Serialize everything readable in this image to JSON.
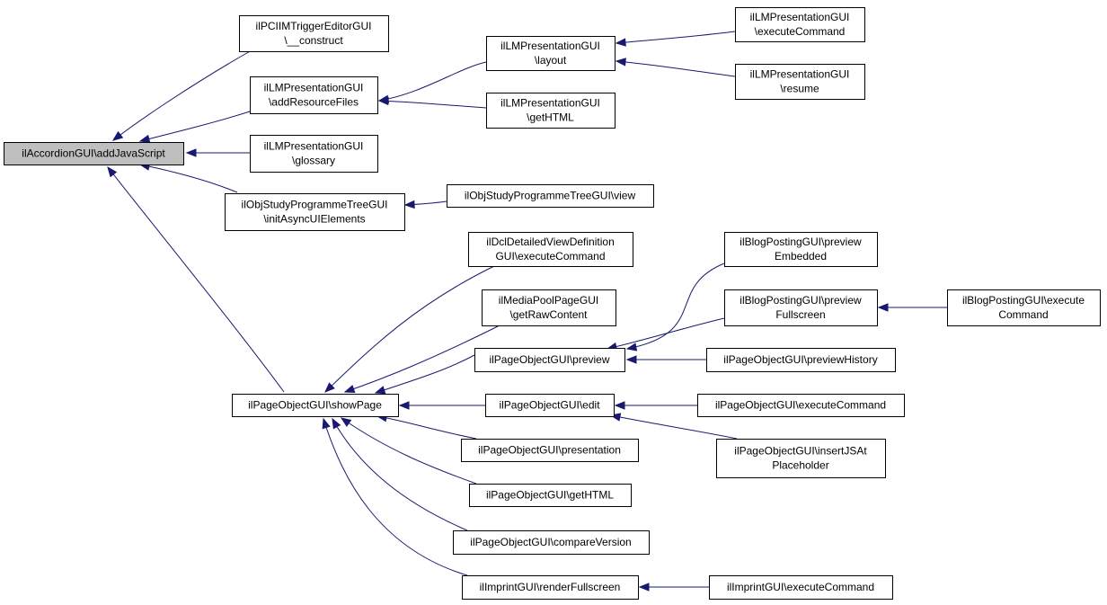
{
  "nodes": [
    {
      "id": "n0",
      "lines": [
        "ilAccordionGUI\\addJavaScript"
      ],
      "root": true
    },
    {
      "id": "n1",
      "lines": [
        "ilPCIIMTriggerEditorGUI",
        "\\__construct"
      ]
    },
    {
      "id": "n2",
      "lines": [
        "ilLMPresentationGUI",
        "\\addResourceFiles"
      ]
    },
    {
      "id": "n3",
      "lines": [
        "ilLMPresentationGUI",
        "\\glossary"
      ]
    },
    {
      "id": "n4",
      "lines": [
        "ilObjStudyProgrammeTreeGUI",
        "\\initAsyncUIElements"
      ]
    },
    {
      "id": "n5",
      "lines": [
        "ilPageObjectGUI\\showPage"
      ]
    },
    {
      "id": "n6",
      "lines": [
        "ilLMPresentationGUI",
        "\\layout"
      ]
    },
    {
      "id": "n7",
      "lines": [
        "ilLMPresentationGUI",
        "\\getHTML"
      ]
    },
    {
      "id": "n8",
      "lines": [
        "ilLMPresentationGUI",
        "\\executeCommand"
      ]
    },
    {
      "id": "n9",
      "lines": [
        "ilLMPresentationGUI",
        "\\resume"
      ]
    },
    {
      "id": "n10",
      "lines": [
        "ilObjStudyProgrammeTreeGUI\\view"
      ]
    },
    {
      "id": "n11",
      "lines": [
        "ilDclDetailedViewDefinition",
        "GUI\\executeCommand"
      ]
    },
    {
      "id": "n12",
      "lines": [
        "ilMediaPoolPageGUI",
        "\\getRawContent"
      ]
    },
    {
      "id": "n13",
      "lines": [
        "ilPageObjectGUI\\preview"
      ]
    },
    {
      "id": "n14",
      "lines": [
        "ilPageObjectGUI\\edit"
      ]
    },
    {
      "id": "n15",
      "lines": [
        "ilPageObjectGUI\\presentation"
      ]
    },
    {
      "id": "n16",
      "lines": [
        "ilPageObjectGUI\\getHTML"
      ]
    },
    {
      "id": "n17",
      "lines": [
        "ilPageObjectGUI\\compareVersion"
      ]
    },
    {
      "id": "n18",
      "lines": [
        "ilImprintGUI\\renderFullscreen"
      ]
    },
    {
      "id": "n19",
      "lines": [
        "ilBlogPostingGUI\\preview",
        "Embedded"
      ]
    },
    {
      "id": "n20",
      "lines": [
        "ilBlogPostingGUI\\preview",
        "Fullscreen"
      ]
    },
    {
      "id": "n21",
      "lines": [
        "ilPageObjectGUI\\previewHistory"
      ]
    },
    {
      "id": "n22",
      "lines": [
        "ilBlogPostingGUI\\execute",
        "Command"
      ]
    },
    {
      "id": "n23",
      "lines": [
        "ilPageObjectGUI\\executeCommand"
      ]
    },
    {
      "id": "n24",
      "lines": [
        "ilPageObjectGUI\\insertJSAt",
        "Placeholder"
      ]
    },
    {
      "id": "n25",
      "lines": [
        "ilImprintGUI\\executeCommand"
      ]
    }
  ],
  "edges": [
    {
      "from": "n1",
      "to": "n0"
    },
    {
      "from": "n2",
      "to": "n0"
    },
    {
      "from": "n3",
      "to": "n0"
    },
    {
      "from": "n4",
      "to": "n0"
    },
    {
      "from": "n5",
      "to": "n0"
    },
    {
      "from": "n6",
      "to": "n2"
    },
    {
      "from": "n7",
      "to": "n2"
    },
    {
      "from": "n8",
      "to": "n6"
    },
    {
      "from": "n9",
      "to": "n6"
    },
    {
      "from": "n10",
      "to": "n4"
    },
    {
      "from": "n11",
      "to": "n5"
    },
    {
      "from": "n12",
      "to": "n5"
    },
    {
      "from": "n13",
      "to": "n5"
    },
    {
      "from": "n14",
      "to": "n5"
    },
    {
      "from": "n15",
      "to": "n5"
    },
    {
      "from": "n16",
      "to": "n5"
    },
    {
      "from": "n17",
      "to": "n5"
    },
    {
      "from": "n18",
      "to": "n5"
    },
    {
      "from": "n19",
      "to": "n13"
    },
    {
      "from": "n20",
      "to": "n13"
    },
    {
      "from": "n21",
      "to": "n13"
    },
    {
      "from": "n22",
      "to": "n20"
    },
    {
      "from": "n23",
      "to": "n14"
    },
    {
      "from": "n24",
      "to": "n14"
    },
    {
      "from": "n25",
      "to": "n18"
    }
  ],
  "colors": {
    "edge": "#191970",
    "root_fill": "#bfbfbf",
    "node_fill": "#ffffff",
    "node_border": "#000000"
  }
}
